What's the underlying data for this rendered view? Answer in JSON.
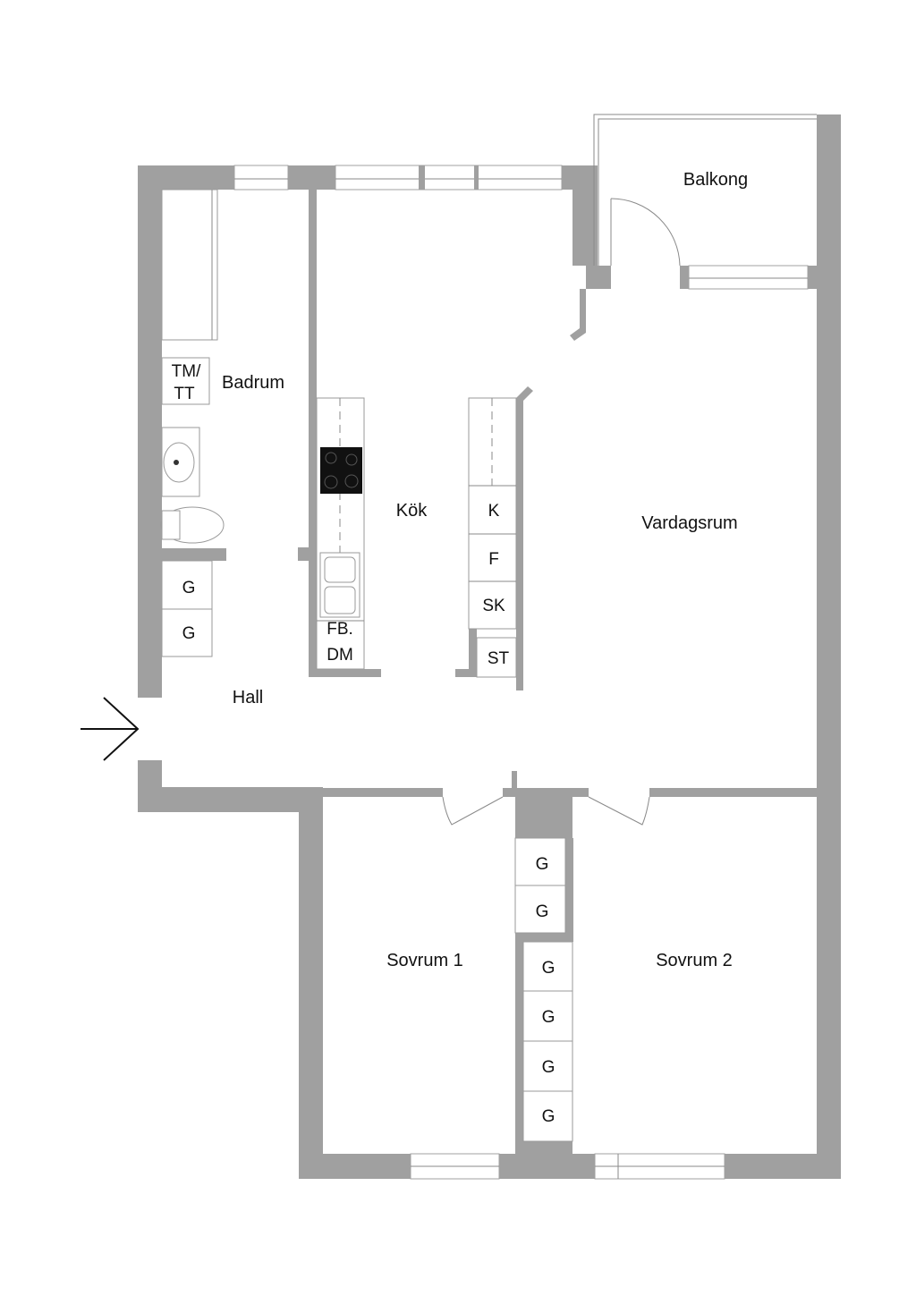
{
  "rooms": {
    "balkong": "Balkong",
    "badrum": "Badrum",
    "kok": "Kök",
    "vardagsrum": "Vardagsrum",
    "hall": "Hall",
    "sovrum1": "Sovrum 1",
    "sovrum2": "Sovrum 2"
  },
  "fixtures": {
    "tm_tt_line1": "TM/",
    "tm_tt_line2": "TT",
    "fb_line1": "FB.",
    "dm_line2": "DM",
    "kyl": "K",
    "frys": "F",
    "skafferi": "SK",
    "stad": "ST",
    "closet": "G"
  },
  "colors": {
    "wall": "#a0a0a0"
  }
}
